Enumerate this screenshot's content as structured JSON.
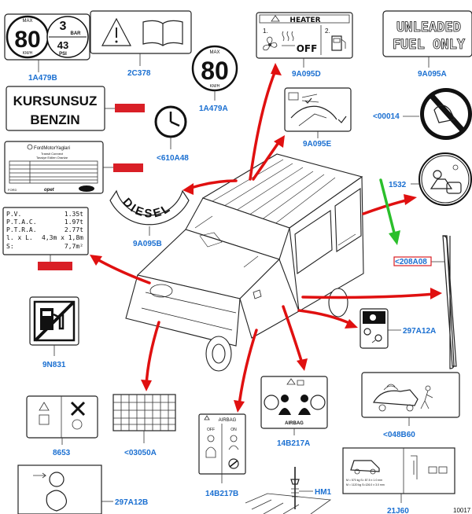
{
  "labels": {
    "l1a479b": "1A479B",
    "l2c378": "2C378",
    "l9a095d": "9A095D",
    "l9a095a": "9A095A",
    "l1a479a": "1A479A",
    "l00014": "<00014",
    "l610a48": "<610A48",
    "l9a095e": "9A095E",
    "l1532": "1532",
    "l9a095b": "9A095B",
    "l208a08": "<208A08",
    "l9n831": "9N831",
    "l297a12a": "297A12A",
    "l048b60": "<048B60",
    "l14b217a": "14B217A",
    "l8653": "8653",
    "l03050a": "<03050A",
    "lhm1": "HM1",
    "l14b217b": "14B217B",
    "l297a12b": "297A12B",
    "l21j60": "21J60",
    "corner": "10017"
  },
  "stickers": {
    "speed_max": "MAX",
    "speed_value": "80",
    "speed_unit": "KM/H",
    "tyre_bar_value": "3",
    "tyre_bar_unit": "BAR",
    "tyre_psi_value": "43",
    "tyre_psi_unit": "PSI",
    "heater_title": "HEATER",
    "heater_step1": "1.",
    "heater_step2": "2.",
    "heater_off": "OFF",
    "unleaded_line1": "UNLEADED",
    "unleaded_line2": "FUEL ONLY",
    "kursunsuz": "KURSUNSUZ",
    "benzin": "BENZIN",
    "diesel": "DIESEL",
    "motoryag_brand": "FordMotorYaglari",
    "motoryag_sub1": "Transit Connect",
    "motoryag_sub2": "Tavsiye Edilen Oranlar",
    "motoryag_footer_left": "FORD",
    "motoryag_footer_mid": "opet",
    "pv_row1_label": "P.V.",
    "pv_row1_value": "1.35t",
    "pv_row2_label": "P.T.A.C.",
    "pv_row2_value": "1.97t",
    "pv_row3_label": "P.T.R.A.",
    "pv_row3_value": "2.77t",
    "pv_row4_label": "l. x L.",
    "pv_row4_value": "4,3m x 1,8m",
    "pv_row5_label": "S:",
    "pv_row5_value": "7,7m²",
    "airbag_label": "AIRBAG",
    "airbag_title": "AIRBAG",
    "airbag_off": "OFF",
    "airbag_on": "ON",
    "load_text1": "M = 570 kg  S= 87.5 ± 1.0 mm",
    "load_text2": "M = 1120 kg  S=126.0 ± 3.0 mm"
  }
}
